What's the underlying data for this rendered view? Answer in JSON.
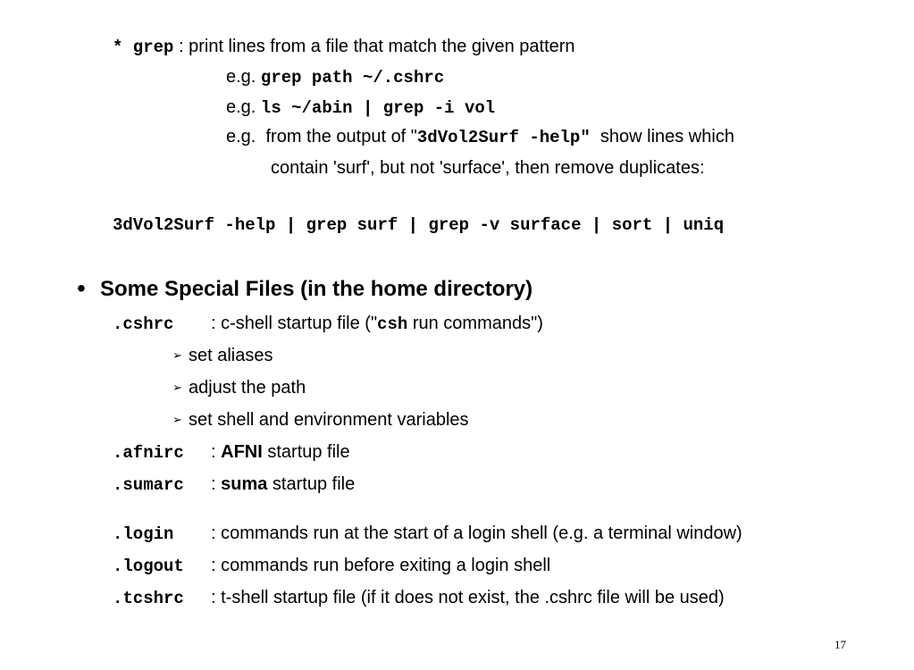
{
  "grep_section": {
    "cmd": "* grep",
    "desc": ": print lines from a file that match the given pattern",
    "eg_label": "e.g.",
    "ex1": "grep path ~/.cshrc",
    "ex2": "ls ~/abin | grep -i vol",
    "ex3_pre": "from the output of \"",
    "ex3_cmd": "3dVol2Surf -help\"",
    "ex3_post": "show lines which",
    "ex3_line2": "contain 'surf', but not 'surface', then remove duplicates:",
    "pipeline": "3dVol2Surf -help | grep surf | grep -v surface | sort | uniq"
  },
  "special_files": {
    "bullet": "•",
    "heading": "Some Special Files (in the home directory)",
    "cshrc": {
      "name": ".cshrc",
      "desc_pre": ": c-shell startup file (\"",
      "desc_cmd": "csh",
      "desc_post": " run commands\")",
      "subitems": [
        "set aliases",
        "adjust the path",
        "set shell and environment variables"
      ]
    },
    "afnirc": {
      "name": ".afnirc",
      "sep": ": ",
      "bold": "AFNI",
      "rest": " startup file"
    },
    "sumarc": {
      "name": ".sumarc",
      "sep": ": ",
      "bold": "suma",
      "rest": " startup file"
    },
    "login": {
      "name": ".login",
      "desc": ": commands run at the start of a login shell (e.g. a terminal window)"
    },
    "logout": {
      "name": ".logout",
      "desc": ": commands run before exiting a login shell"
    },
    "tcshrc": {
      "name": ".tcshrc",
      "desc": ": t-shell startup file (if it does not exist, the .cshrc file will be used)"
    }
  },
  "arrow_glyph": "➢",
  "page_number": "17"
}
